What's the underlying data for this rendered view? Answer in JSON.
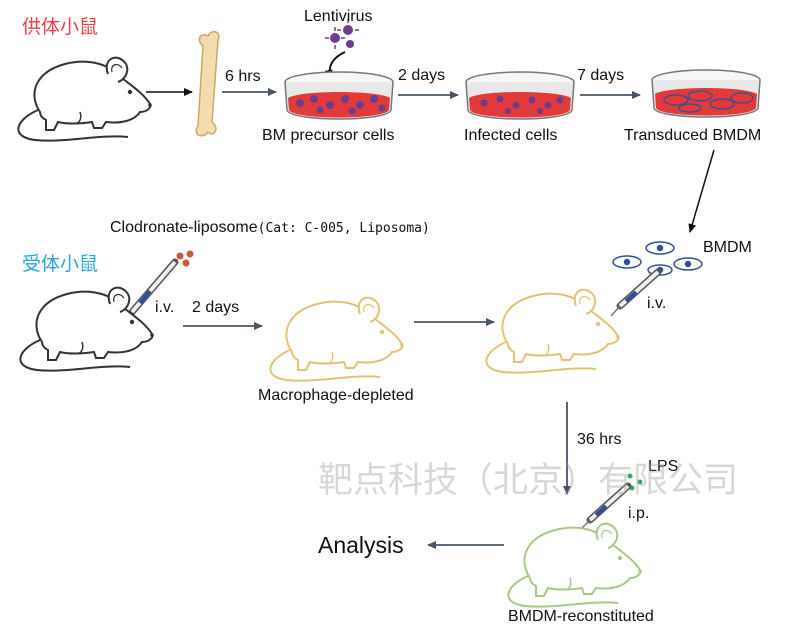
{
  "donor_label": "供体小鼠",
  "recipient_label": "受体小鼠",
  "colors": {
    "donor_label": "#e8414a",
    "recipient_label": "#2aa5dc",
    "arrow": "#4a5466",
    "mouse_donor": "#333333",
    "mouse_depleted": "#e2c476",
    "mouse_reconstituted": "#a9c88a",
    "dish_medium": "#e23a3a",
    "virus": "#6a3e8e",
    "bmdm_cell": "#2f4f9c"
  },
  "top_row": {
    "lentivirus": "Lentivirus",
    "step1_time": "6 hrs",
    "step2_time": "2 days",
    "step3_time": "7 days",
    "dish1": "BM precursor cells",
    "dish2": "Infected cells",
    "dish3": "Transduced BMDM"
  },
  "middle_row": {
    "clodronate": "Clodronate-liposome",
    "catalog": "(Cat: C-005, Liposoma)",
    "iv_left": "i.v.",
    "step_time": "2 days",
    "depleted": "Macrophage-depleted",
    "bmdm": "BMDM",
    "iv_right": "i.v."
  },
  "bottom_row": {
    "step_time": "36 hrs",
    "lps": "LPS",
    "ip": "i.p.",
    "analysis": "Analysis",
    "reconstituted": "BMDM-reconstituted"
  },
  "watermark": "靶点科技（北京）有限公司"
}
